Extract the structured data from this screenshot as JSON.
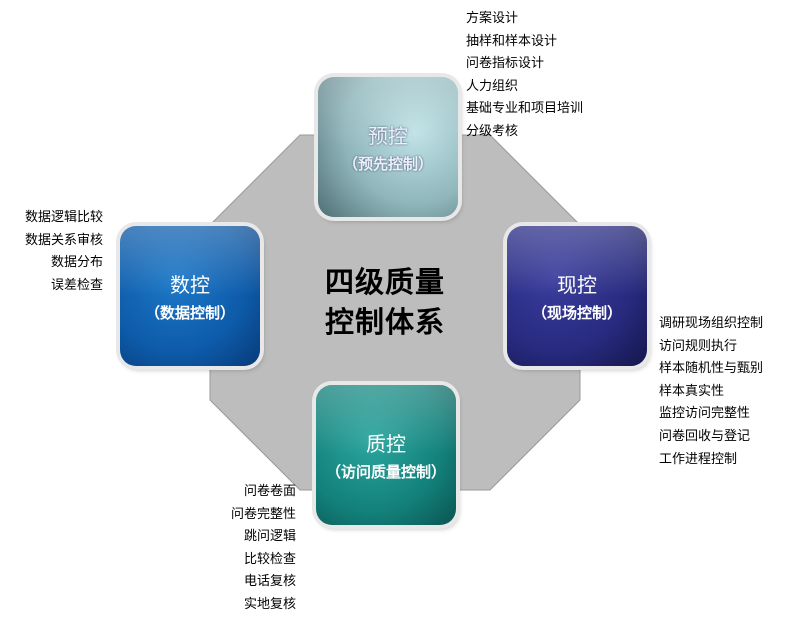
{
  "center_title": [
    "四级质量",
    "控制体系"
  ],
  "boxes": {
    "top": {
      "title": "预控",
      "subtitle": "（预先控制）",
      "color": "#8fb6bb"
    },
    "right": {
      "title": "现控",
      "subtitle": "（现场控制）",
      "color": "#272a7e"
    },
    "left": {
      "title": "数控",
      "subtitle": "（数据控制）",
      "color": "#0d5aa8"
    },
    "bottom": {
      "title": "质控",
      "subtitle": "（访问质量控制）",
      "color": "#13807a"
    }
  },
  "lists": {
    "top": [
      "方案设计",
      "抽样和样本设计",
      "问卷指标设计",
      "人力组织",
      "基础专业和项目培训",
      "分级考核"
    ],
    "right": [
      "调研现场组织控制",
      "访问规则执行",
      "样本随机性与甄别",
      "样本真实性",
      "监控访问完整性",
      "问卷回收与登记",
      "工作进程控制"
    ],
    "left": [
      "数据逻辑比较",
      "数据关系审核",
      "数据分布",
      "误差检查"
    ],
    "bottom": [
      "问卷卷面",
      "问卷完整性",
      "跳问逻辑",
      "比较检查",
      "电话复核",
      "实地复核"
    ]
  }
}
